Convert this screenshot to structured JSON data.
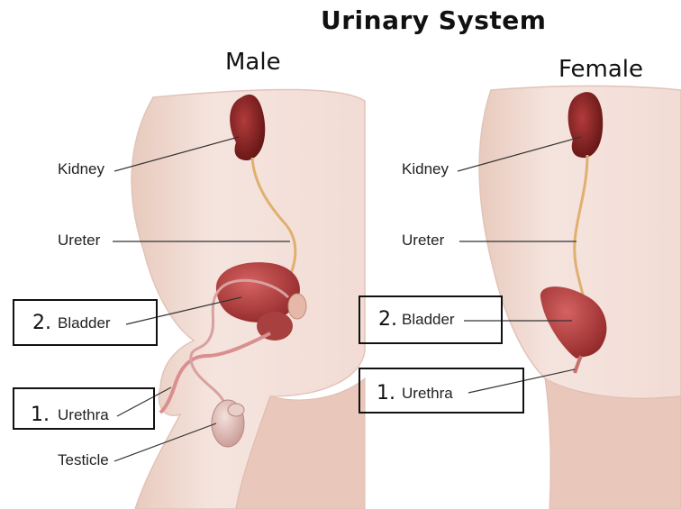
{
  "title": "Urinary System",
  "panels": {
    "male": {
      "heading": "Male",
      "labels": {
        "kidney": "Kidney",
        "ureter": "Ureter",
        "bladder_num": "2.",
        "bladder": "Bladder",
        "urethra_num": "1.",
        "urethra": "Urethra",
        "testicle": "Testicle"
      }
    },
    "female": {
      "heading": "Female",
      "labels": {
        "kidney": "Kidney",
        "ureter": "Ureter",
        "bladder_num": "2.",
        "bladder": "Bladder",
        "urethra_num": "1.",
        "urethra": "Urethra"
      }
    }
  },
  "colors": {
    "skin": "#f2ddd7",
    "skin_shadow": "#e6c2b6",
    "organ": "#9b2a2a",
    "organ_dark": "#6e1717",
    "ureter": "#e0b070",
    "urethra": "#d98f8f"
  }
}
